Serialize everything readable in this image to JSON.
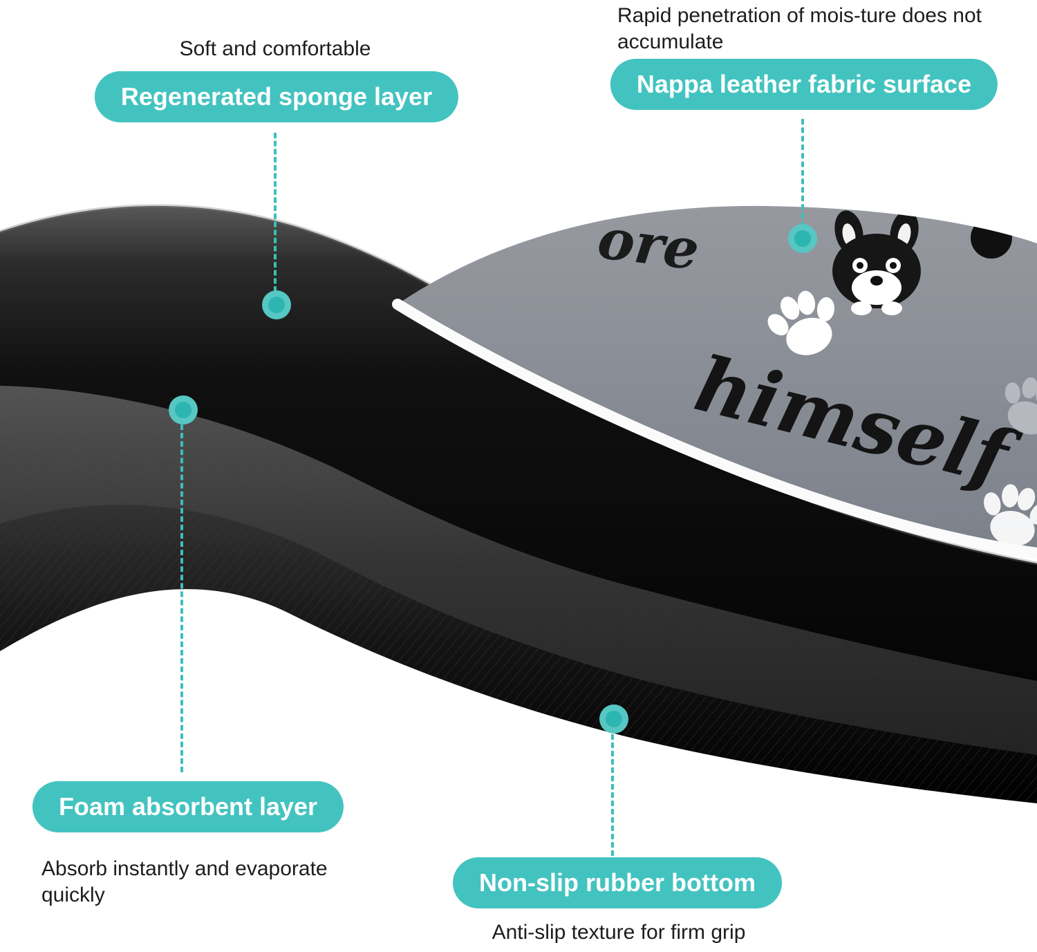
{
  "colors": {
    "accent": "#43c3c0",
    "line": "#3fbdba",
    "dot": "#2db5b2"
  },
  "callouts": {
    "sponge": {
      "note": "Soft and comfortable",
      "label": "Regenerated sponge layer"
    },
    "fabric": {
      "note": "Rapid penetration of mois-ture does not accumulate",
      "label": "Nappa leather fabric surface"
    },
    "foam": {
      "label": "Foam absorbent layer",
      "note": "Absorb instantly and evaporate quickly"
    },
    "rubber": {
      "label": "Non-slip rubber bottom",
      "note": "Anti-slip texture for firm grip"
    }
  },
  "mat_print": {
    "fragment": "ore",
    "word": "himself"
  }
}
